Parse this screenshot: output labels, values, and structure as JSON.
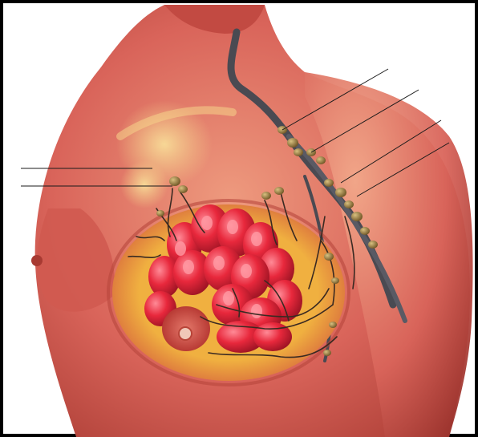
{
  "image": {
    "subject": "anatomical-illustration",
    "frame_color": "#000000",
    "background_color": "#ffffff",
    "skin_color": "#d9645a",
    "skin_shadow_color": "#a83a32",
    "skin_highlight_color": "#f2a88a",
    "clavicle_highlight_color": "#f5d48a",
    "gland_color": "#e8283c",
    "gland_highlight_color": "#ff8a96",
    "fat_color": "#f0b040",
    "lymph_node_color": "#9a7a3a",
    "lymph_node_highlight_color": "#d8c080",
    "vessel_color": "#4a4a52",
    "lymph_vessel_color": "#3a2a22",
    "areola_color": "#c8483c",
    "label_line_color": "#1a1a1a"
  },
  "labels": {
    "left_leader_lines_count": 2,
    "right_leader_lines_count": 4,
    "texts": []
  }
}
